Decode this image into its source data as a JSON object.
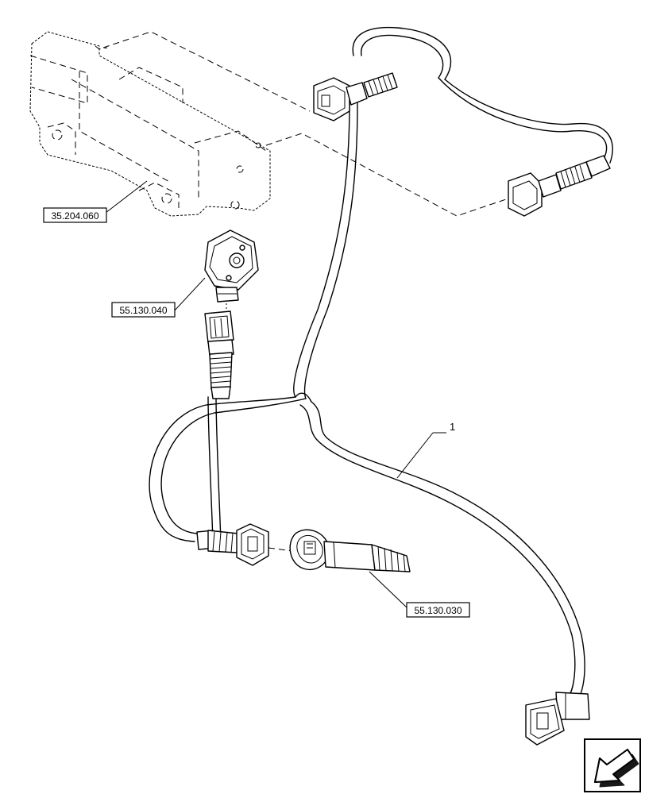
{
  "diagram": {
    "background": "#ffffff",
    "line_color": "#000000",
    "references": [
      {
        "id": "ref-35204060",
        "text": "35.204.060"
      },
      {
        "id": "ref-55130040",
        "text": "55.130.040"
      },
      {
        "id": "ref-55130030",
        "text": "55.130.030"
      }
    ],
    "callouts": [
      {
        "id": "item-1",
        "text": "1"
      }
    ],
    "nav_icon": "arrow-left-down-icon"
  }
}
